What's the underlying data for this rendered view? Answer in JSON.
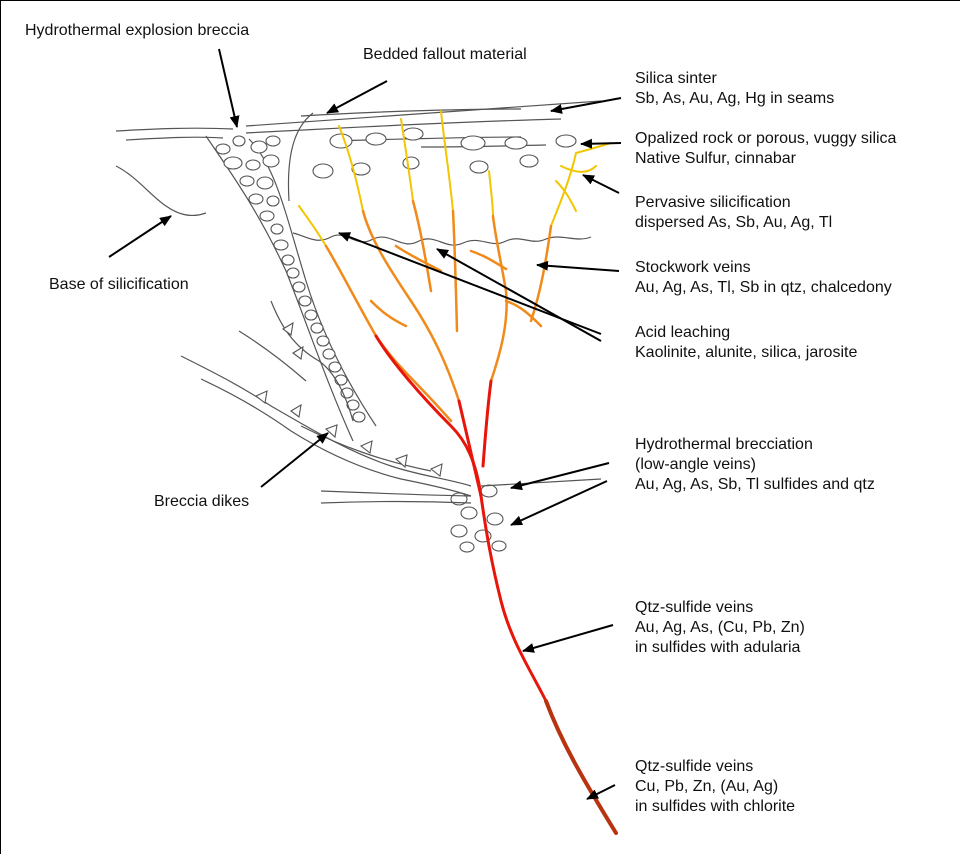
{
  "colors": {
    "line": "#555555",
    "arrow": "#000000",
    "vein_yellow": "#f2c600",
    "vein_orange": "#f08a1a",
    "vein_red": "#e8150a",
    "vein_brown": "#b8330f"
  },
  "labels": {
    "explosion_breccia": [
      "Hydrothermal explosion breccia"
    ],
    "fallout": [
      "Bedded fallout material"
    ],
    "sinter": [
      "Silica sinter",
      "Sb, As, Au, Ag, Hg in seams"
    ],
    "opalized": [
      "Opalized rock or porous, vuggy silica",
      "Native Sulfur, cinnabar"
    ],
    "silicification": [
      "Pervasive silicification",
      "dispersed As, Sb, Au, Ag, Tl"
    ],
    "base_silicification": [
      "Base of silicification"
    ],
    "stockwork": [
      "Stockwork veins",
      "Au, Ag, As, Tl, Sb in qtz, chalcedony"
    ],
    "acid_leaching": [
      "Acid leaching",
      "Kaolinite, alunite, silica, jarosite"
    ],
    "brecciation": [
      "Hydrothermal brecciation",
      "(low-angle veins)",
      "Au, Ag, As, Sb, Tl sulfides and qtz"
    ],
    "breccia_dikes": [
      "Breccia dikes"
    ],
    "qtz_sulfide_1": [
      "Qtz-sulfide veins",
      "Au, Ag, As, (Cu, Pb, Zn)",
      "in sulfides with adularia"
    ],
    "qtz_sulfide_2": [
      "Qtz-sulfide veins",
      "Cu, Pb, Zn, (Au, Ag)",
      "in sulfides with chlorite"
    ]
  }
}
